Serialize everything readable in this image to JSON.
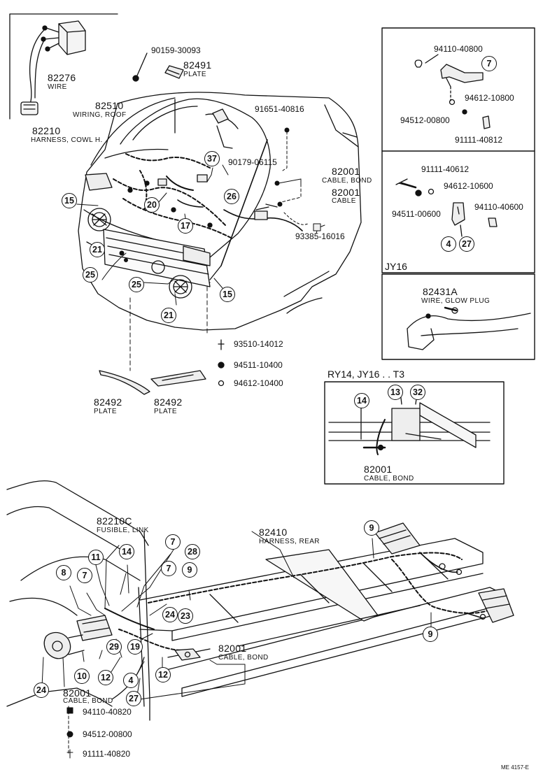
{
  "parts": {
    "p82276": {
      "num": "82276",
      "name": "WIRE"
    },
    "p90159": {
      "num": "90159-30093"
    },
    "p82491": {
      "num": "82491",
      "name": "PLATE"
    },
    "p82510": {
      "num": "82510",
      "name": "WIRING, ROOF"
    },
    "p91651": {
      "num": "91651-40816"
    },
    "p82210": {
      "num": "82210",
      "name": "HARNESS, COWL H."
    },
    "p90179": {
      "num": "90179-06115"
    },
    "p82001a": {
      "num": "82001",
      "name": "CABLE, BOND"
    },
    "p82001b": {
      "num": "82001",
      "name": "CABLE"
    },
    "p93385": {
      "num": "93385-16016"
    },
    "p93510": {
      "num": "93510-14012"
    },
    "p94511a": {
      "num": "94511-10400"
    },
    "p94612a": {
      "num": "94612-10400"
    },
    "p82492a": {
      "num": "82492",
      "name": "PLATE"
    },
    "p82492b": {
      "num": "82492",
      "name": "PLATE"
    },
    "p94110a": {
      "num": "94110-40800"
    },
    "p94612b": {
      "num": "94612-10800"
    },
    "p94512a": {
      "num": "94512-00800"
    },
    "p91111a": {
      "num": "91111-40812"
    },
    "p91111b": {
      "num": "91111-40612"
    },
    "p94612c": {
      "num": "94612-10600"
    },
    "p94511b": {
      "num": "94511-00600"
    },
    "p94110b": {
      "num": "94110-40600"
    },
    "p82431a": {
      "num": "82431A",
      "name": "WIRE, GLOW PLUG"
    },
    "p82001c": {
      "num": "82001",
      "name": "CABLE, BOND"
    },
    "p82210c": {
      "num": "82210C",
      "name": "FUSIBLE, LINK"
    },
    "p82410": {
      "num": "82410",
      "name": "HARNESS, REAR"
    },
    "p82001d": {
      "num": "82001",
      "name": "CABLE, BOND"
    },
    "p82001e": {
      "num": "82001",
      "name": "CABLE, BOND"
    },
    "p94110c": {
      "num": "94110-40820"
    },
    "p94512b": {
      "num": "94512-00800"
    },
    "p91111c": {
      "num": "91111-40820"
    }
  },
  "sections": {
    "jy16": "JY16",
    "ry14": "RY14,  JY16 . . T3"
  },
  "callouts": [
    "15",
    "20",
    "17",
    "37",
    "26",
    "21",
    "25",
    "25",
    "21",
    "15",
    "7",
    "4",
    "27",
    "14",
    "13",
    "32",
    "9",
    "9",
    "11",
    "14",
    "7",
    "28",
    "8",
    "7",
    "7",
    "9",
    "24",
    "23",
    "29",
    "19",
    "12",
    "10",
    "12",
    "4",
    "27",
    "24"
  ],
  "footer": "ME 4157-E"
}
